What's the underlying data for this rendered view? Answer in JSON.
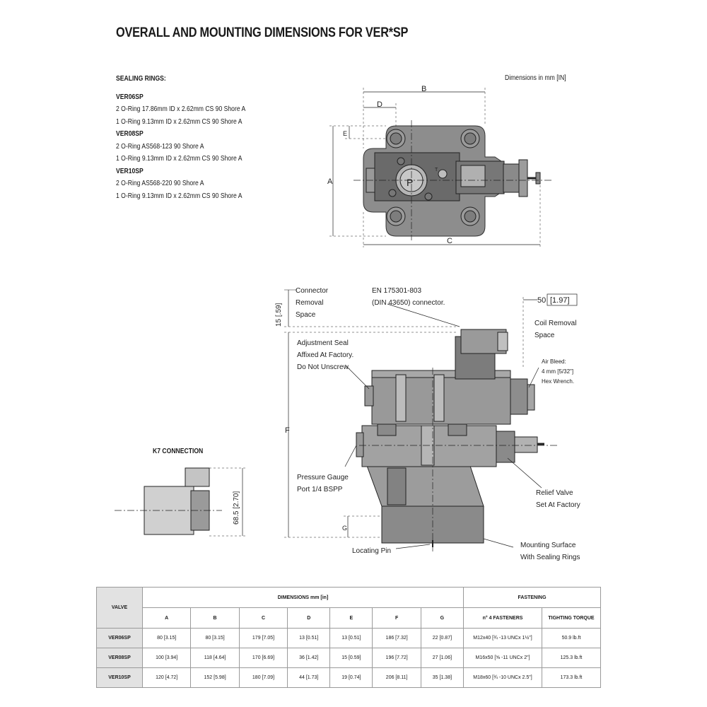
{
  "title": "OVERALL AND MOUNTING DIMENSIONS FOR VER*SP",
  "sealing": {
    "heading": "SEALING RINGS:",
    "groups": [
      {
        "name": "VER06SP",
        "lines": [
          "2 O-Ring 17.86mm ID x 2.62mm CS 90 Shore A",
          "1 O-Ring 9.13mm ID x 2.62mm CS 90 Shore A"
        ]
      },
      {
        "name": "VER08SP",
        "lines": [
          "2 O-Ring AS568-123 90 Shore A",
          "1 O-Ring 9.13mm ID x 2.62mm CS 90 Shore A"
        ]
      },
      {
        "name": "VER10SP",
        "lines": [
          "2 O-Ring AS568-220 90 Shore A",
          "1 O-Ring 9.13mm ID x 2.62mm CS 90 Shore A"
        ]
      }
    ]
  },
  "dim_note": "Dimensions in mm [IN]",
  "top_view": {
    "label_b": "B",
    "label_d": "D",
    "label_e": "E",
    "label_a": "A",
    "label_c": "C",
    "label_p": "P",
    "label_t": "T"
  },
  "side_view": {
    "dim_15": "15 [.59]",
    "dim_50": "50",
    "dim_197": "[1.97]",
    "label_f": "F",
    "label_g": "G",
    "connector_removal": [
      "Connector",
      "Removal",
      "Space"
    ],
    "en_connector": [
      "EN 175301-803",
      "(DIN 43650) connector."
    ],
    "coil_removal": [
      "Coil Removal",
      "Space"
    ],
    "adjustment_seal": [
      "Adjustment Seal",
      "Affixed At Factory.",
      "Do Not Unscrew."
    ],
    "air_bleed": [
      "Air Bleed:",
      "4 mm [5/32\"]",
      "Hex Wrench."
    ],
    "pressure_gauge": [
      "Pressure Gauge",
      "Port 1/4 BSPP"
    ],
    "relief_valve": [
      "Relief Valve",
      "Set At Factory"
    ],
    "locating_pin": "Locating Pin",
    "mounting_surface": [
      "Mounting Surface",
      "With Sealing Rings"
    ]
  },
  "k7": {
    "heading": "K7 CONNECTION",
    "dim": "68.5 [2.70]"
  },
  "table": {
    "valve_header": "VALVE",
    "dims_header": "DIMENSIONS mm [in]",
    "fastening_header": "FASTENING",
    "columns": [
      "A",
      "B",
      "C",
      "D",
      "E",
      "F",
      "G"
    ],
    "fasteners_header": "n° 4 FASTENERS",
    "torque_header": "TIGHTING TORQUE",
    "rows": [
      {
        "valve": "VER06SP",
        "values": [
          "80 [3.15]",
          "80 [3.15]",
          "179 [7.05]",
          "13 [0.51]",
          "13 [0.51]",
          "186 [7.32]",
          "22 [0.87]"
        ],
        "fasteners": "M12x40 [¾ -13 UNCx 1½\"]",
        "torque": "50.9 lb.ft"
      },
      {
        "valve": "VER08SP",
        "values": [
          "100 [3.94]",
          "118 [4.64]",
          "170 [6.69]",
          "36 [1.42]",
          "15 [0.59]",
          "196 [7.72]",
          "27 [1.06]"
        ],
        "fasteners": "M16x50 [⅝ -11 UNCx 2\"]",
        "torque": "125.3 lb.ft"
      },
      {
        "valve": "VER10SP",
        "values": [
          "120 [4.72]",
          "152 [5.98]",
          "180 [7.09]",
          "44 [1.73]",
          "19 [0.74]",
          "206 [8.11]",
          "35 [1.38]"
        ],
        "fasteners": "M18x60 [¾ -10 UNCx 2.5\"]",
        "torque": "173.3 lb.ft"
      }
    ]
  }
}
